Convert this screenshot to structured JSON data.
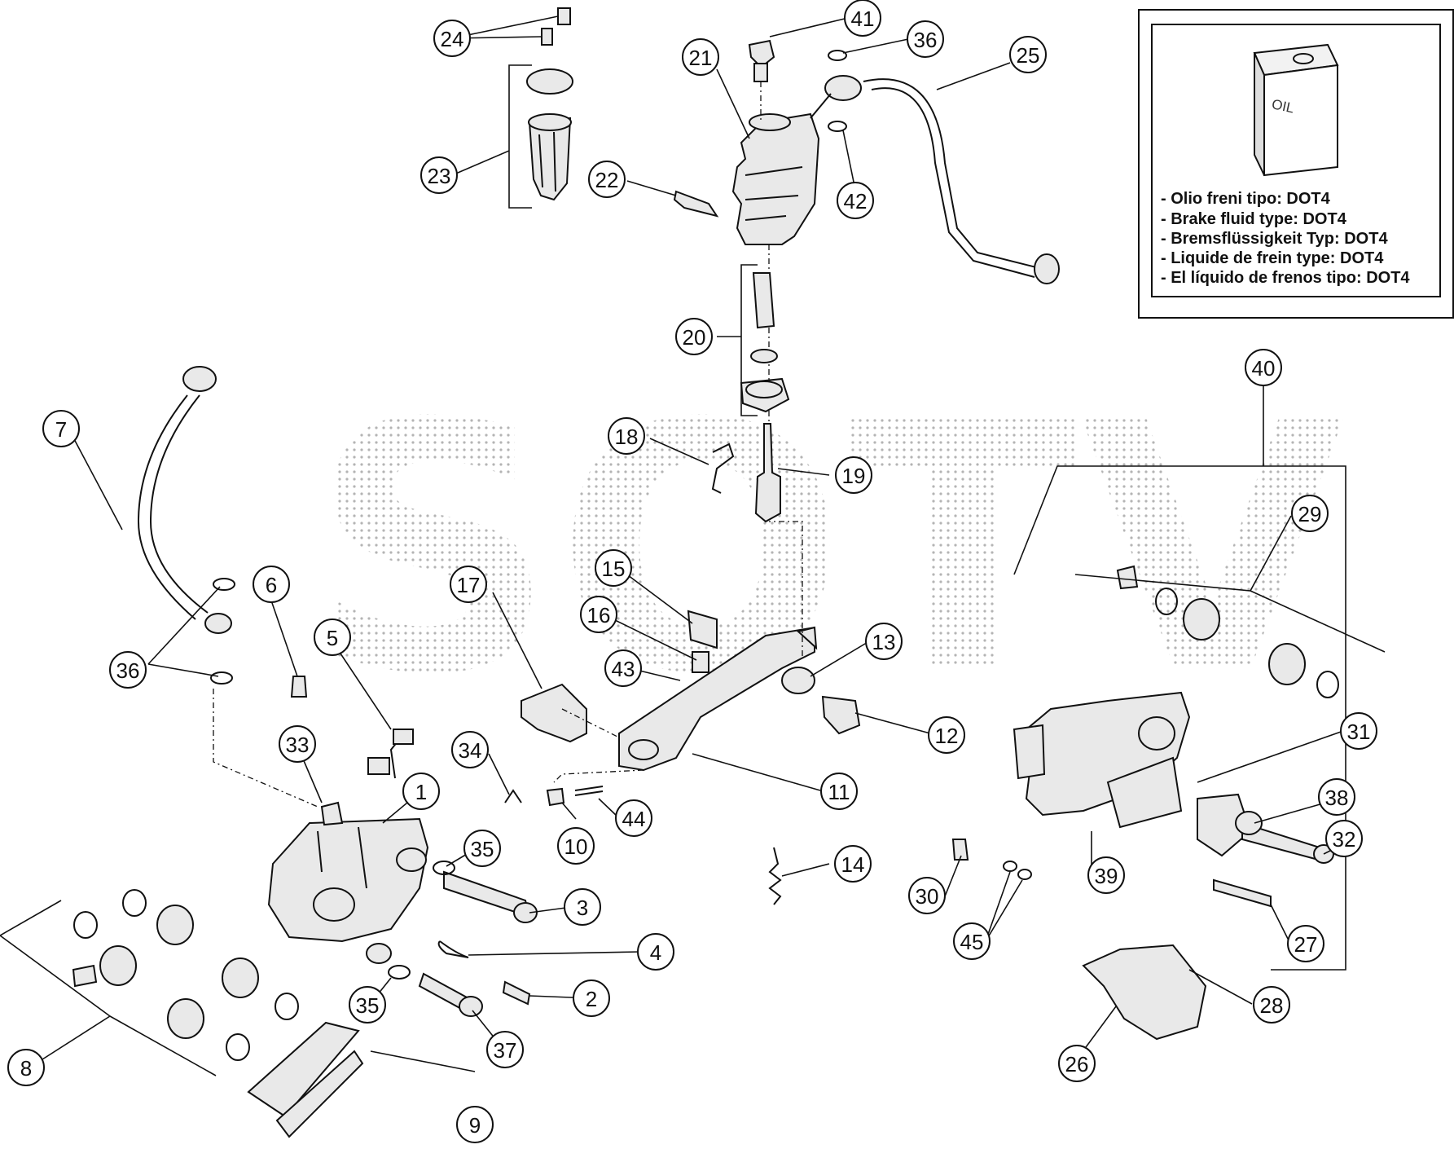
{
  "watermark": "SOTV",
  "callouts": [
    {
      "id": "1",
      "label": "1"
    },
    {
      "id": "2",
      "label": "2"
    },
    {
      "id": "3",
      "label": "3"
    },
    {
      "id": "4",
      "label": "4"
    },
    {
      "id": "5",
      "label": "5"
    },
    {
      "id": "6",
      "label": "6"
    },
    {
      "id": "7",
      "label": "7"
    },
    {
      "id": "8",
      "label": "8"
    },
    {
      "id": "9",
      "label": "9"
    },
    {
      "id": "10",
      "label": "10"
    },
    {
      "id": "11",
      "label": "11"
    },
    {
      "id": "12",
      "label": "12"
    },
    {
      "id": "13",
      "label": "13"
    },
    {
      "id": "14",
      "label": "14"
    },
    {
      "id": "15",
      "label": "15"
    },
    {
      "id": "16",
      "label": "16"
    },
    {
      "id": "17",
      "label": "17"
    },
    {
      "id": "18",
      "label": "18"
    },
    {
      "id": "19",
      "label": "19"
    },
    {
      "id": "20",
      "label": "20"
    },
    {
      "id": "21",
      "label": "21"
    },
    {
      "id": "22",
      "label": "22"
    },
    {
      "id": "23",
      "label": "23"
    },
    {
      "id": "24",
      "label": "24"
    },
    {
      "id": "25",
      "label": "25"
    },
    {
      "id": "26",
      "label": "26"
    },
    {
      "id": "27",
      "label": "27"
    },
    {
      "id": "28",
      "label": "28"
    },
    {
      "id": "29",
      "label": "29"
    },
    {
      "id": "30",
      "label": "30"
    },
    {
      "id": "31",
      "label": "31"
    },
    {
      "id": "32",
      "label": "32"
    },
    {
      "id": "33",
      "label": "33"
    },
    {
      "id": "34",
      "label": "34"
    },
    {
      "id": "35a",
      "label": "35"
    },
    {
      "id": "35b",
      "label": "35"
    },
    {
      "id": "36a",
      "label": "36"
    },
    {
      "id": "36b",
      "label": "36"
    },
    {
      "id": "37",
      "label": "37"
    },
    {
      "id": "38",
      "label": "38"
    },
    {
      "id": "39",
      "label": "39"
    },
    {
      "id": "40",
      "label": "40"
    },
    {
      "id": "41",
      "label": "41"
    },
    {
      "id": "42",
      "label": "42"
    },
    {
      "id": "43",
      "label": "43"
    },
    {
      "id": "44",
      "label": "44"
    },
    {
      "id": "45",
      "label": "45"
    }
  ],
  "legend": {
    "oil_label": "OIL",
    "lines": [
      "- Olio freni tipo: DOT4",
      "- Brake fluid type: DOT4",
      "- Bremsflüssigkeit Typ: DOT4",
      "- Liquide de frein type: DOT4",
      "- El líquido de frenos tipo: DOT4"
    ]
  }
}
